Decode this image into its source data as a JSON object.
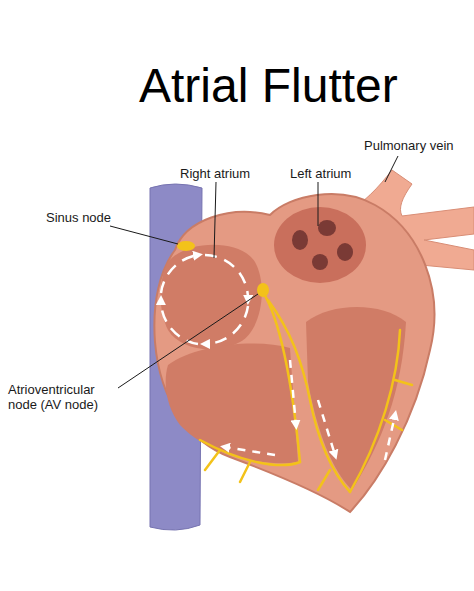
{
  "diagram": {
    "title": "Atrial Flutter",
    "labels": [
      "Pulmonary vein",
      "Right atrium",
      "Left atrium",
      "Sinus node",
      "Atrioventricular node (AV node)"
    ]
  }
}
